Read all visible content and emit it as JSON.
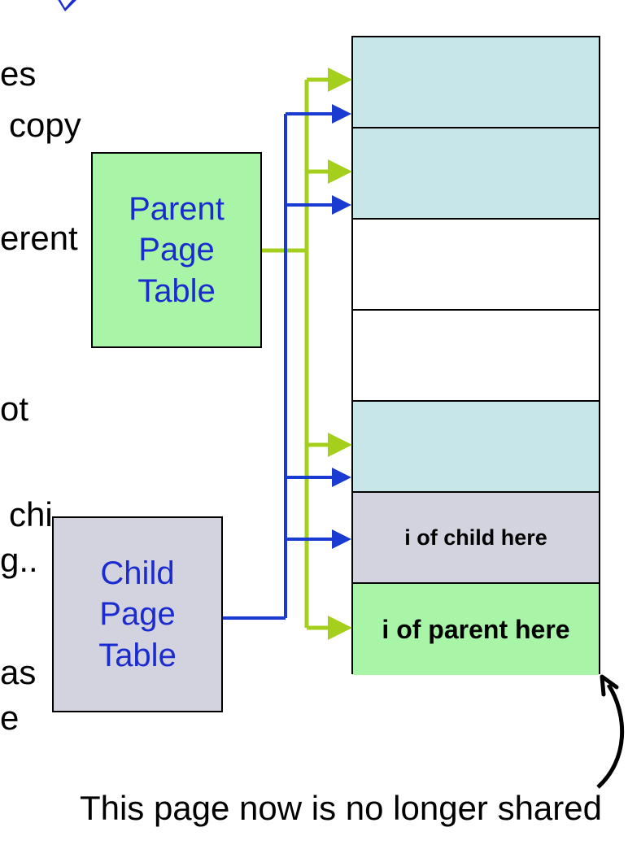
{
  "background_text": [
    "es",
    "copy",
    "erent",
    "ot",
    "chi",
    "g..",
    "as",
    "e"
  ],
  "parent_table": {
    "lines": [
      "Parent",
      "Page",
      "Table"
    ],
    "fill": "#a8f5a8",
    "text_color": "#1a2ccf"
  },
  "child_table": {
    "lines": [
      "Child",
      "Page",
      "Table"
    ],
    "fill": "#d3d3e0",
    "text_color": "#1a2ccf"
  },
  "frames": [
    {
      "label": "",
      "fill": "#c7e6ea"
    },
    {
      "label": "",
      "fill": "#c7e6ea"
    },
    {
      "label": "",
      "fill": "#ffffff"
    },
    {
      "label": "",
      "fill": "#ffffff"
    },
    {
      "label": "",
      "fill": "#c7e6ea"
    },
    {
      "label": "i of child here",
      "fill": "#d3d3e0"
    },
    {
      "label": "i of parent here",
      "fill": "#a8f5a8"
    }
  ],
  "colors": {
    "parent_arrow": "#a4cf1c",
    "child_arrow": "#1a3bd1",
    "title_blue": "#1a2ccf"
  },
  "caption": "This page now is no longer shared"
}
